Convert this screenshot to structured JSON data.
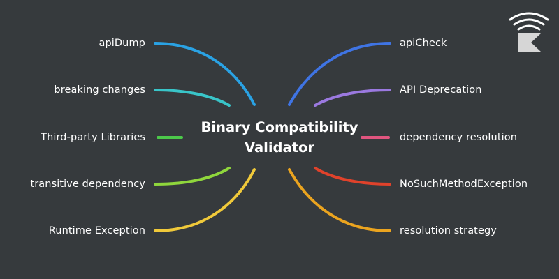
{
  "center": {
    "line1": "Binary Compatibility",
    "line2": "Validator"
  },
  "left_branches": [
    {
      "label": "apiDump",
      "color": "#2aa2e4"
    },
    {
      "label": "breaking changes",
      "color": "#39c5c9"
    },
    {
      "label": "Third-party Libraries",
      "color": "#4cc84a"
    },
    {
      "label": "transitive dependency",
      "color": "#8fd63c"
    },
    {
      "label": "Runtime Exception",
      "color": "#f0c93a"
    }
  ],
  "right_branches": [
    {
      "label": "apiCheck",
      "color": "#3f74e4"
    },
    {
      "label": "API Deprecation",
      "color": "#9b79e0"
    },
    {
      "label": "dependency resolution",
      "color": "#e0557f"
    },
    {
      "label": "NoSuchMethodException",
      "color": "#e0422b"
    },
    {
      "label": "resolution strategy",
      "color": "#eba41f"
    }
  ],
  "logo": {
    "icon": "kotlin-broadcast-logo-icon",
    "color": "#ffffff",
    "fill": "#d6d6d6"
  }
}
